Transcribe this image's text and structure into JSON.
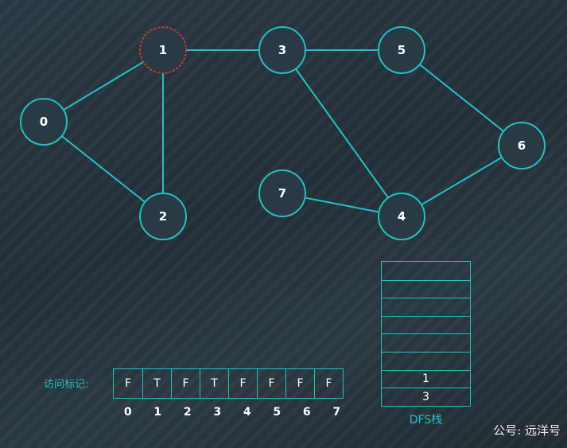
{
  "graph": {
    "nodes": [
      {
        "id": "0",
        "label": "0"
      },
      {
        "id": "1",
        "label": "1",
        "current": true
      },
      {
        "id": "2",
        "label": "2"
      },
      {
        "id": "3",
        "label": "3"
      },
      {
        "id": "4",
        "label": "4"
      },
      {
        "id": "5",
        "label": "5"
      },
      {
        "id": "6",
        "label": "6"
      },
      {
        "id": "7",
        "label": "7"
      }
    ],
    "edges": [
      [
        "0",
        "1"
      ],
      [
        "0",
        "2"
      ],
      [
        "1",
        "2"
      ],
      [
        "1",
        "3"
      ],
      [
        "3",
        "5"
      ],
      [
        "3",
        "4"
      ],
      [
        "5",
        "6"
      ],
      [
        "6",
        "4"
      ],
      [
        "7",
        "4"
      ]
    ],
    "colors": {
      "edge": "#1fc1c6",
      "node_border": "#1fc1c6",
      "current_border": "#c8373a"
    }
  },
  "visited": {
    "label": "访问标记:",
    "values": [
      "F",
      "T",
      "F",
      "T",
      "F",
      "F",
      "F",
      "F"
    ],
    "indices": [
      "0",
      "1",
      "2",
      "3",
      "4",
      "5",
      "6",
      "7"
    ]
  },
  "stack": {
    "label": "DFS栈",
    "slots": [
      "",
      "",
      "",
      "",
      "",
      "",
      "1",
      "3"
    ]
  },
  "credit": "公号: 远洋号"
}
